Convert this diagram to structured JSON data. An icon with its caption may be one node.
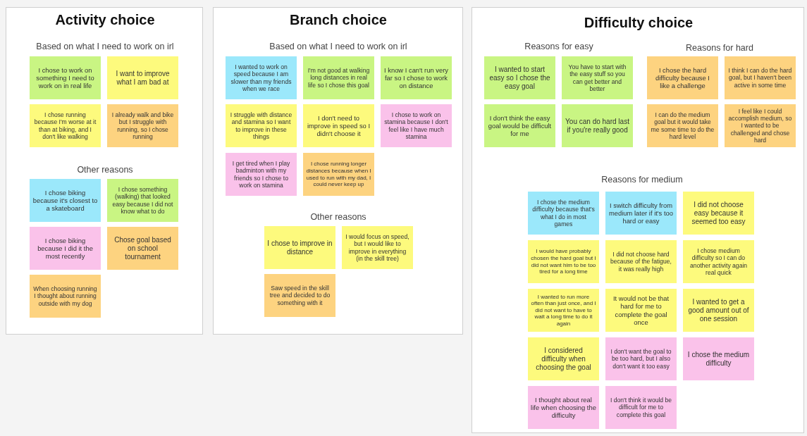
{
  "diagram": {
    "nodes": [
      {
        "text": [
          "Activity choice",
          "Based on what I need to work on irl",
          "Other reasons"
        ]
      },
      {
        "text": [
          "I chose to work on something I need to work on in real life"
        ],
        "in": 0
      },
      {
        "text": [
          "I want to improve what I am bad at"
        ],
        "in": 0
      },
      {
        "text": [
          "I chose running because I'm worse at it than at biking, and I don't like walking"
        ],
        "in": 0
      },
      {
        "text": [
          "I already walk and bike but I struggle with running, so I chose running"
        ],
        "in": 0
      },
      {
        "text": [
          "I chose biking because it's closest to a skateboard"
        ],
        "in": 0
      },
      {
        "text": [
          "I chose something (walking) that looked easy because I did not know what to do"
        ],
        "in": 0
      },
      {
        "text": [
          "I chose biking because I did it the most recently"
        ],
        "in": 0
      },
      {
        "text": [
          "Chose goal based on school tournament"
        ],
        "in": 0
      },
      {
        "text": [
          "When choosing running I thought about running outside with my dog"
        ],
        "in": 0
      },
      {
        "text": [
          "Branch choice",
          "Based on what I need to work on irl",
          "Other reasons"
        ]
      },
      {
        "text": [
          "I wanted to work on speed because I am slower than my friends when we race"
        ],
        "in": 10
      },
      {
        "text": [
          "I'm not good at walking long distances in real life so I chose this goal"
        ],
        "in": 10
      },
      {
        "text": [
          "I know I can't run very far so I chose to work on distance"
        ],
        "in": 10
      },
      {
        "text": [
          "I struggle with distance and stamina so I want to improve in these things"
        ],
        "in": 10
      },
      {
        "text": [
          "I don't need to improve in speed so I didn't choose it"
        ],
        "in": 10
      },
      {
        "text": [
          "I chose to work on stamina because I don't feel like I have much stamina"
        ],
        "in": 10
      },
      {
        "text": [
          "I get tired when I play badminton with my friends so I chose to work on stamina"
        ],
        "in": 10
      },
      {
        "text": [
          "I chose running longer distances because when I used to run with my dad, I could never keep up"
        ],
        "in": 10
      },
      {
        "text": [
          "I chose to improve in distance"
        ],
        "in": 10
      },
      {
        "text": [
          "I would focus on speed, but I would like to improve in everything (in the skill tree)"
        ],
        "in": 10
      },
      {
        "text": [
          "Saw speed in the skill tree and decided to do something with it"
        ],
        "in": 10
      },
      {
        "text": [
          "Difficulty choice",
          "Reasons for easy",
          "Reasons for hard",
          "Reasons for medium"
        ]
      },
      {
        "text": [
          "I wanted to start easy so I chose the easy goal"
        ],
        "in": 22
      },
      {
        "text": [
          "You have to start with the easy stuff so you can get better and better"
        ],
        "in": 22
      },
      {
        "text": [
          "I don't think the easy goal would be difficult for me"
        ],
        "in": 22
      },
      {
        "text": [
          "You can do hard last if you're really good"
        ],
        "in": 22
      },
      {
        "text": [
          "I chose the hard difficulty because I like a challenge"
        ],
        "in": 22
      },
      {
        "text": [
          "I think I can do the hard goal, but I haven't been active in some time"
        ],
        "in": 22
      },
      {
        "text": [
          "I can do the medium goal but it would take me some time to do the hard level"
        ],
        "in": 22
      },
      {
        "text": [
          "I feel like I could accomplish medium, so I wanted to be challenged and chose hard"
        ],
        "in": 22
      },
      {
        "text": [
          "I chose the medium difficulty because that's what I do in most games"
        ],
        "in": 22
      },
      {
        "text": [
          "I switch difficulty from medium later if it's too hard or easy"
        ],
        "in": 22
      },
      {
        "text": [
          "I did not choose easy because it seemed too easy"
        ],
        "in": 22
      },
      {
        "text": [
          "I would have probably chosen the hard goal but I did not want him to be too tired for a long time"
        ],
        "in": 22
      },
      {
        "text": [
          "I did not choose hard because of the fatigue, it was really high"
        ],
        "in": 22
      },
      {
        "text": [
          "I chose medium difficulty so I can do another activity again real quick"
        ],
        "in": 22
      },
      {
        "text": [
          "I wanted to run more often than just once, and I did not want to have to wait a long time to do it again"
        ],
        "in": 22
      },
      {
        "text": [
          "It would not be that hard for me to complete the goal once"
        ],
        "in": 22
      },
      {
        "text": [
          "I wanted to get a good amount out of one session"
        ],
        "in": 22
      },
      {
        "text": [
          "I considered difficulty when choosing the goal"
        ],
        "in": 22
      },
      {
        "text": [
          "I don't want the goal to be too hard, but I also don't want it too easy"
        ],
        "in": 22
      },
      {
        "text": [
          "I chose the medium difficulty"
        ],
        "in": 22
      },
      {
        "text": [
          "I thought about real life when choosing the difficulty"
        ],
        "in": 22
      },
      {
        "text": [
          "I don't think it would be difficult for me to complete this goal"
        ],
        "in": 22
      }
    ]
  }
}
